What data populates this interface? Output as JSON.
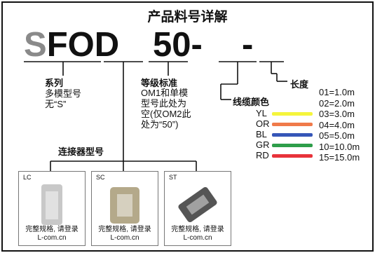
{
  "title": "产品料号详解",
  "code": {
    "prefix_grey": "S",
    "prefix": "FOD",
    "middle": "50-",
    "dash": "-"
  },
  "series": {
    "header": "系列",
    "lines": [
      "多模型号",
      "无“S”"
    ]
  },
  "grade": {
    "header": "等级标准",
    "lines": [
      "OM1和单模",
      "型号此处为",
      "空(仅OM2此",
      "处为“50”)"
    ]
  },
  "cable_color": {
    "header": "线缆颜色",
    "items": [
      {
        "code": "YL",
        "color": "#f5f53c"
      },
      {
        "code": "OR",
        "color": "#f07a4a"
      },
      {
        "code": "BL",
        "color": "#3656b8"
      },
      {
        "code": "GR",
        "color": "#2e9e4a"
      },
      {
        "code": "RD",
        "color": "#e8323a"
      }
    ]
  },
  "length": {
    "header": "长度",
    "items": [
      "01=1.0m",
      "02=2.0m",
      "03=3.0m",
      "04=4.0m",
      "05=5.0m",
      "10=10.0m",
      "15=15.0m"
    ]
  },
  "connector": {
    "header": "连接器型号",
    "cards": [
      {
        "tag": "LC",
        "caption1": "完整规格, 请登录",
        "caption2": "L-com.cn",
        "photo_color": "#c8c8c8"
      },
      {
        "tag": "SC",
        "caption1": "完整规格, 请登录",
        "caption2": "L-com.cn",
        "photo_color": "#b4a98a"
      },
      {
        "tag": "ST",
        "caption1": "完整规格, 请登录",
        "caption2": "L-com.cn",
        "photo_color": "#555555"
      }
    ]
  }
}
